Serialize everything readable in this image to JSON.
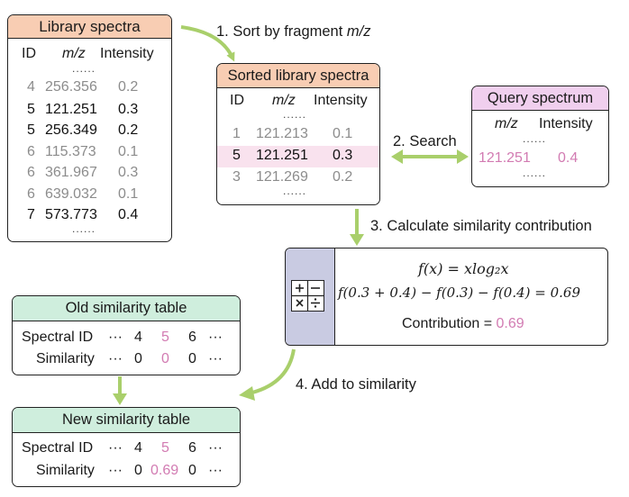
{
  "library_spectra": {
    "title": "Library spectra",
    "col_id": "ID",
    "col_mz": "m/z",
    "col_intensity": "Intensity",
    "dots": "......",
    "rows": [
      {
        "id": "4",
        "mz": "256.356",
        "intensity": "0.2",
        "highlight": false
      },
      {
        "id": "5",
        "mz": "121.251",
        "intensity": "0.3",
        "highlight": true
      },
      {
        "id": "5",
        "mz": "256.349",
        "intensity": "0.2",
        "highlight": true
      },
      {
        "id": "6",
        "mz": "115.373",
        "intensity": "0.1",
        "highlight": false
      },
      {
        "id": "6",
        "mz": "361.967",
        "intensity": "0.3",
        "highlight": false
      },
      {
        "id": "6",
        "mz": "639.032",
        "intensity": "0.1",
        "highlight": false
      },
      {
        "id": "7",
        "mz": "573.773",
        "intensity": "0.4",
        "highlight": true
      }
    ]
  },
  "sorted_spectra": {
    "title": "Sorted library spectra",
    "col_id": "ID",
    "col_mz": "m/z",
    "col_intensity": "Intensity",
    "dots": "......",
    "rows": [
      {
        "id": "1",
        "mz": "121.213",
        "intensity": "0.1",
        "highlight": false
      },
      {
        "id": "5",
        "mz": "121.251",
        "intensity": "0.3",
        "highlight": true
      },
      {
        "id": "3",
        "mz": "121.269",
        "intensity": "0.2",
        "highlight": false
      }
    ],
    "highlight_color": "#f9e2ee"
  },
  "query_spectrum": {
    "title": "Query spectrum",
    "col_mz": "m/z",
    "col_intensity": "Intensity",
    "dots": "......",
    "mz": "121.251",
    "intensity": "0.4"
  },
  "steps": {
    "step1_prefix": "1. Sort by fragment ",
    "step1_italic": "m/z",
    "step2": "2. Search",
    "step3": "3. Calculate similarity contribution",
    "step4": "4. Add to similarity"
  },
  "calc": {
    "icon": "calculator-icon",
    "formula1": "f(x) = xlog₂x",
    "formula2": "f(0.3 + 0.4) − f(0.3) − f(0.4) = 0.69",
    "contribution_label": "Contribution = ",
    "contribution_value": "0.69"
  },
  "old_table": {
    "title": "Old similarity table",
    "row1_label": "Spectral ID",
    "row2_label": "Similarity",
    "ellipsis": "···",
    "ids": [
      "4",
      "5",
      "6"
    ],
    "sims": [
      "0",
      "0",
      "0"
    ]
  },
  "new_table": {
    "title": "New similarity table",
    "row1_label": "Spectral ID",
    "row2_label": "Similarity",
    "ellipsis": "···",
    "ids": [
      "4",
      "5",
      "6"
    ],
    "sims": [
      "0",
      "0.69",
      "0"
    ]
  },
  "colors": {
    "salmon": "#f8cdb3",
    "pink": "#f0cfee",
    "green_header": "#cfeedd",
    "arrow_green": "#a9cf6b",
    "calc_panel": "#c9cbe2",
    "accent_pink": "#d27bb2"
  }
}
